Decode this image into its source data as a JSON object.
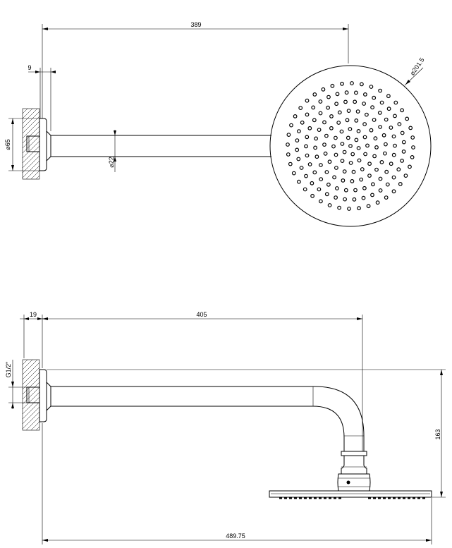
{
  "top_view": {
    "dim_arm_length": "389",
    "dim_flange_depth": "9",
    "dim_flange_diameter": "65",
    "dim_arm_diameter": "22",
    "dim_head_diameter": "201.5",
    "diameter_symbol": "⌀"
  },
  "side_view": {
    "dim_wall_depth": "19",
    "dim_arm_length": "405",
    "dim_thread": "G1/2\"",
    "dim_height": "163",
    "dim_total_length": "489.75"
  }
}
